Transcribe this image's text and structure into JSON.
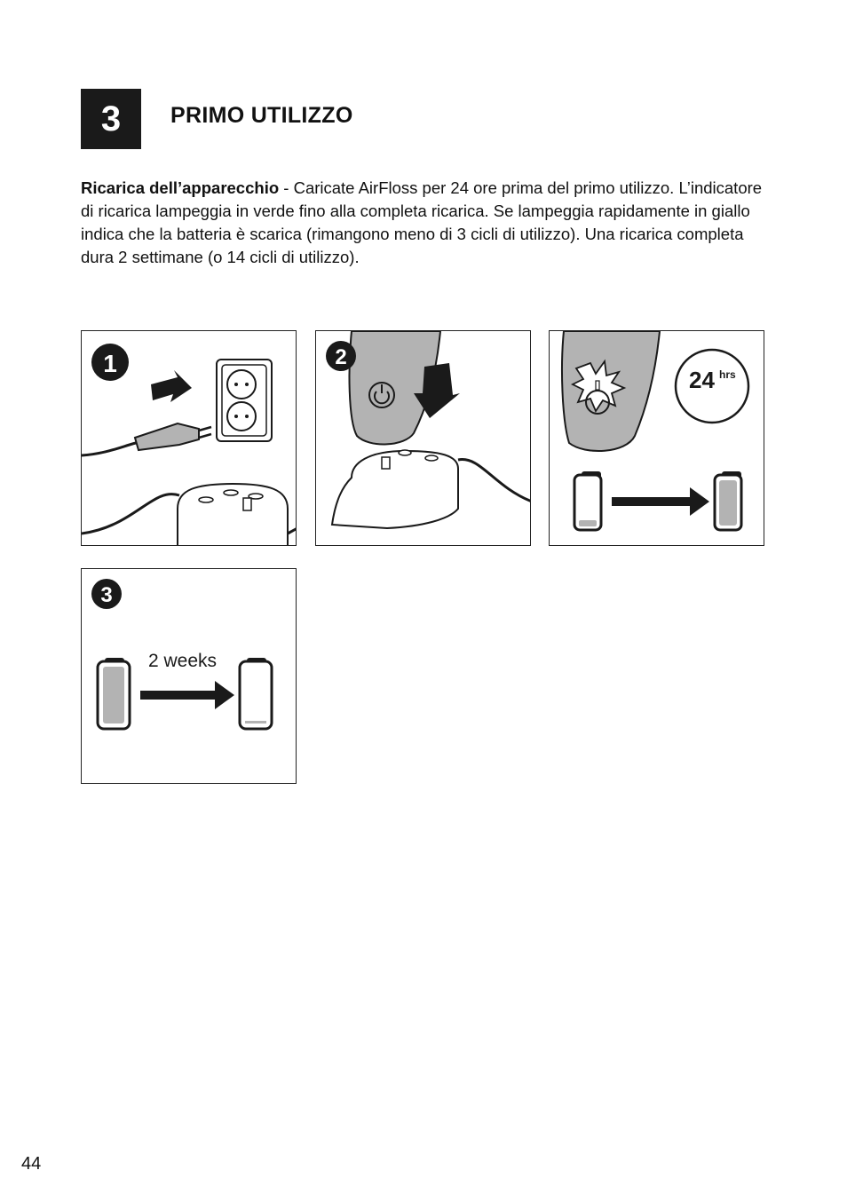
{
  "section": {
    "number": "3",
    "title": "PRIMO UTILIZZO"
  },
  "intro": {
    "bold": "Ricarica dell’apparecchio",
    "text": " - Caricate AirFloss per 24 ore prima del primo utilizzo. L’indicatore di ricarica lampeggia in verde fino alla completa ricarica. Se lampeggia rapidamente in giallo indica che la batteria è scarica (rimangono meno di 3 cicli di utilizzo). Una ricarica completa dura 2 settimane (o 14 cicli di utilizzo)."
  },
  "panels": [
    {
      "step": "1"
    },
    {
      "step": "2"
    },
    {
      "timer_value": "24",
      "timer_unit": "hrs"
    },
    {
      "step": "3",
      "duration": "2 weeks"
    }
  ],
  "colors": {
    "device_gray": "#b3b3b3",
    "ink": "#1a1a1a"
  },
  "page_number": "44"
}
